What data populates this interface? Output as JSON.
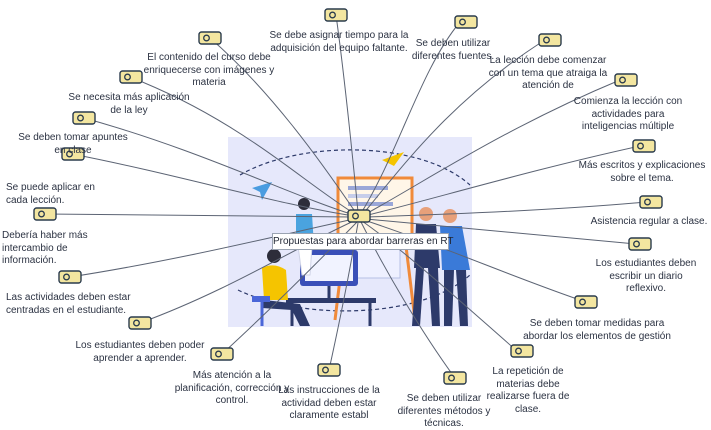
{
  "center": {
    "label": "Propuestas para abordar barreras en RT"
  },
  "colors": {
    "tag_fill": "#f3e6a0",
    "tag_stroke": "#2a3b4d",
    "line": "#5c6474",
    "blob": "#e6e8fb"
  },
  "nodes": [
    {
      "id": "n1",
      "text": "Se debe asignar tiempo para la adquisición del equipo faltante."
    },
    {
      "id": "n2",
      "text": "Se deben utilizar diferentes fuentes."
    },
    {
      "id": "n3",
      "text": "El contenido del curso debe enriquecerse con imágenes y materia"
    },
    {
      "id": "n4",
      "text": "La lección debe comenzar con un tema que atraiga la atención de"
    },
    {
      "id": "n5",
      "text": "Se necesita más aplicación de la ley"
    },
    {
      "id": "n6",
      "text": "Comienza la lección con actividades para inteligencias múltiple"
    },
    {
      "id": "n7",
      "text": "Se deben tomar apuntes en clase"
    },
    {
      "id": "n8",
      "text": "Más escritos y explicaciones sobre el tema."
    },
    {
      "id": "n9",
      "text": "Se puede aplicar en cada lección."
    },
    {
      "id": "n10",
      "text": "Asistencia regular a clase."
    },
    {
      "id": "n11",
      "text": "Debería haber más intercambio de información."
    },
    {
      "id": "n12",
      "text": "Los estudiantes deben escribir un diario reflexivo."
    },
    {
      "id": "n13",
      "text": "Las actividades deben estar centradas en el estudiante."
    },
    {
      "id": "n14",
      "text": "Se deben tomar medidas para abordar los elementos de gestión"
    },
    {
      "id": "n15",
      "text": "Los estudiantes deben poder aprender a aprender."
    },
    {
      "id": "n16",
      "text": "La repetición de materias debe realizarse fuera de clase."
    },
    {
      "id": "n17",
      "text": "Más atención a la planificación, corrección y control."
    },
    {
      "id": "n18",
      "text": "Las instrucciones de la actividad deben estar claramente establ"
    },
    {
      "id": "n19",
      "text": "Se deben utilizar diferentes métodos y técnicas."
    }
  ]
}
